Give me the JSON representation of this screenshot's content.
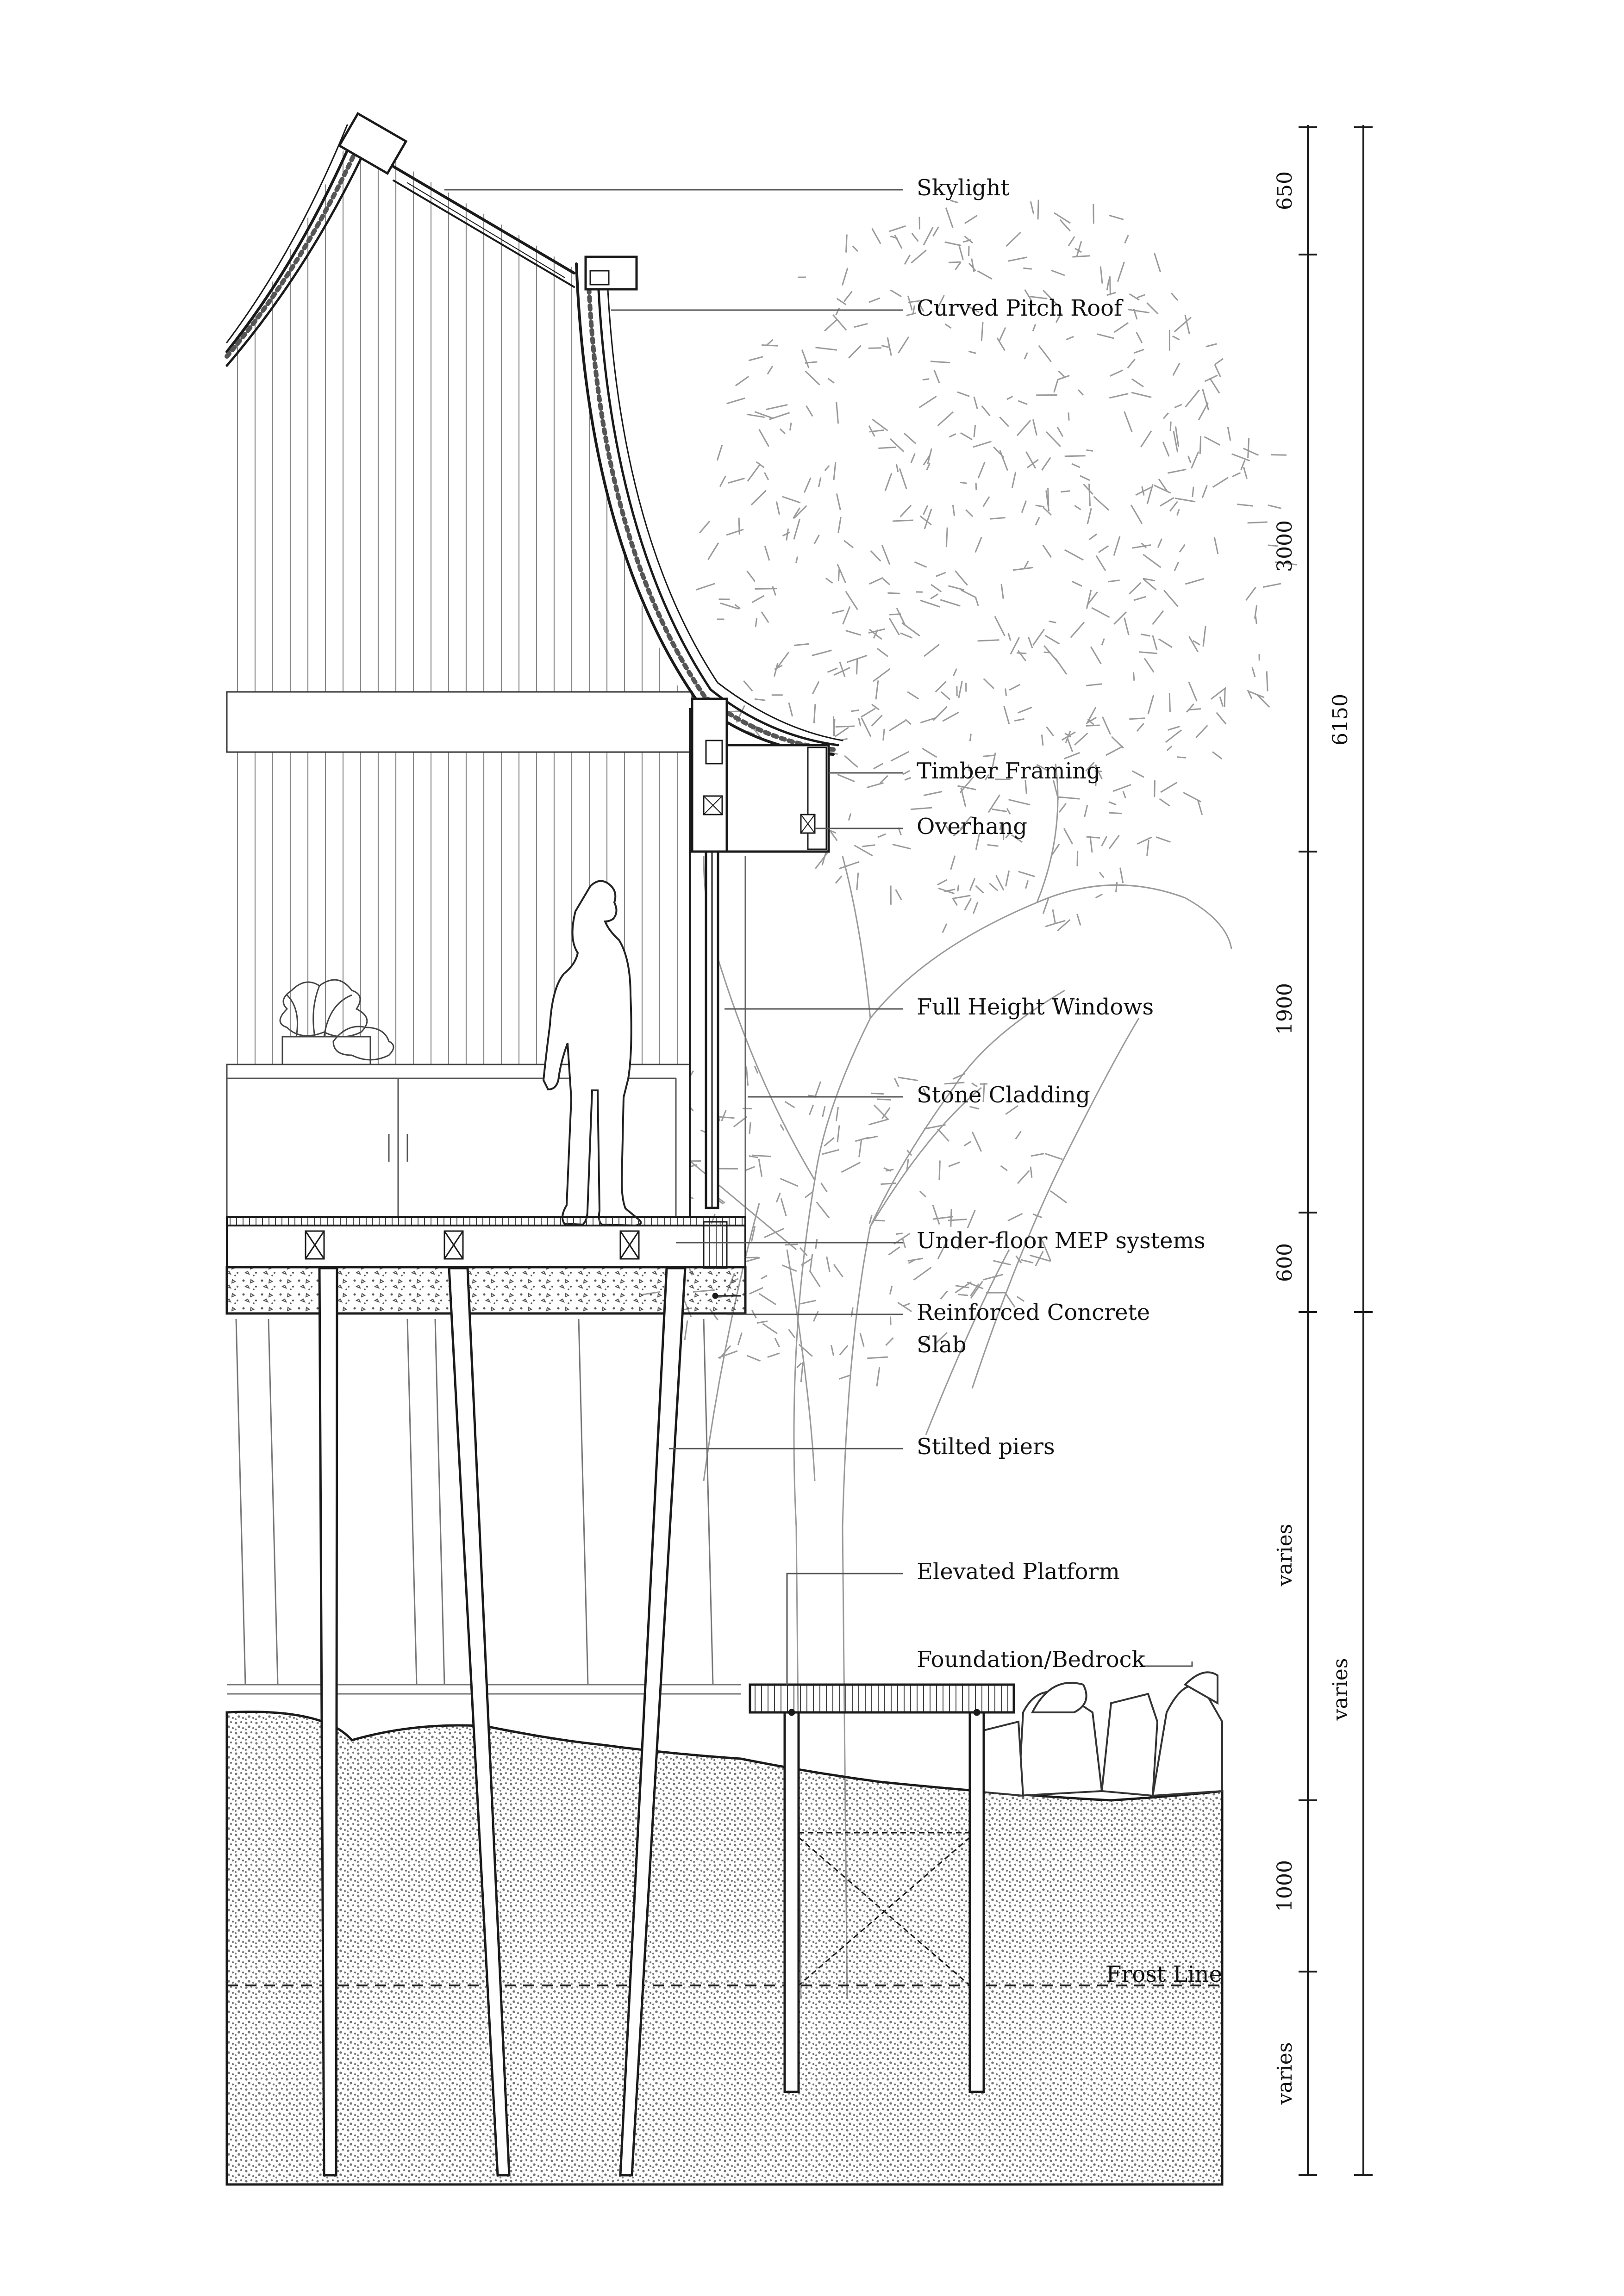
{
  "callouts": [
    {
      "id": "skylight",
      "label": "Skylight"
    },
    {
      "id": "curved-pitch-roof",
      "label": "Curved Pitch Roof"
    },
    {
      "id": "timber-framing",
      "label": "Timber Framing"
    },
    {
      "id": "overhang",
      "label": "Overhang"
    },
    {
      "id": "full-height-windows",
      "label": "Full Height Windows"
    },
    {
      "id": "stone-cladding",
      "label": "Stone Cladding"
    },
    {
      "id": "under-floor-mep",
      "label": "Under-floor MEP systems"
    },
    {
      "id": "reinforced-concrete-slab",
      "label": "Reinforced Concrete",
      "label2": "Slab"
    },
    {
      "id": "stilted-piers",
      "label": "Stilted piers"
    },
    {
      "id": "elevated-platform",
      "label": "Elevated Platform"
    },
    {
      "id": "foundation-bedrock",
      "label": "Foundation/Bedrock"
    }
  ],
  "frost_line": {
    "label": "Frost Line"
  },
  "dimensions_inner": [
    {
      "id": "dim-650",
      "value": "650"
    },
    {
      "id": "dim-3000",
      "value": "3000"
    },
    {
      "id": "dim-1900",
      "value": "1900"
    },
    {
      "id": "dim-600",
      "value": "600"
    },
    {
      "id": "dim-varies-1",
      "value": "varies"
    },
    {
      "id": "dim-1000",
      "value": "1000"
    },
    {
      "id": "dim-varies-2",
      "value": "varies"
    }
  ],
  "dimensions_outer": [
    {
      "id": "dim-6150",
      "value": "6150"
    },
    {
      "id": "dim-varies-outer",
      "value": "varies"
    }
  ],
  "colors": {
    "line": "#1a1a1a",
    "thin": "#555555",
    "ground_dot": "#777777",
    "tree": "#9a9a9a"
  }
}
